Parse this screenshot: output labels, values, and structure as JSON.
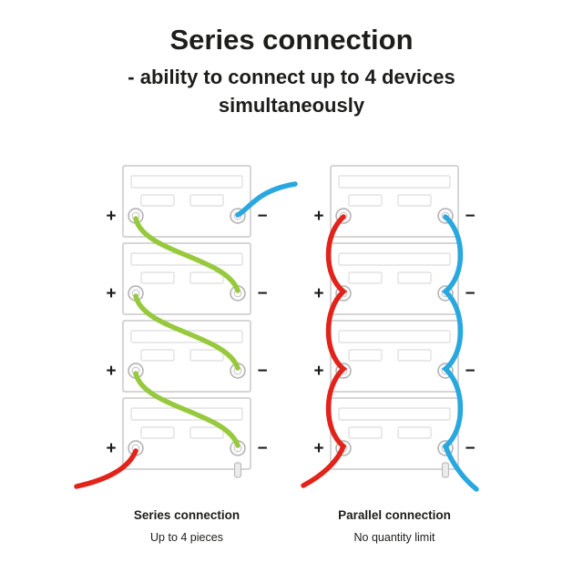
{
  "title": "Series connection",
  "subtitle_line1": "- ability to connect up to 4 devices",
  "subtitle_line2": "simultaneously",
  "signs": {
    "plus": "+",
    "minus": "−"
  },
  "colors": {
    "wire_green": "#97c93d",
    "wire_red": "#e2231a",
    "wire_blue": "#29a8e0"
  },
  "left_diagram": {
    "caption": "Series connection",
    "subcaption": "Up to 4 pieces"
  },
  "right_diagram": {
    "caption": "Parallel connection",
    "subcaption": "No quantity limit"
  }
}
